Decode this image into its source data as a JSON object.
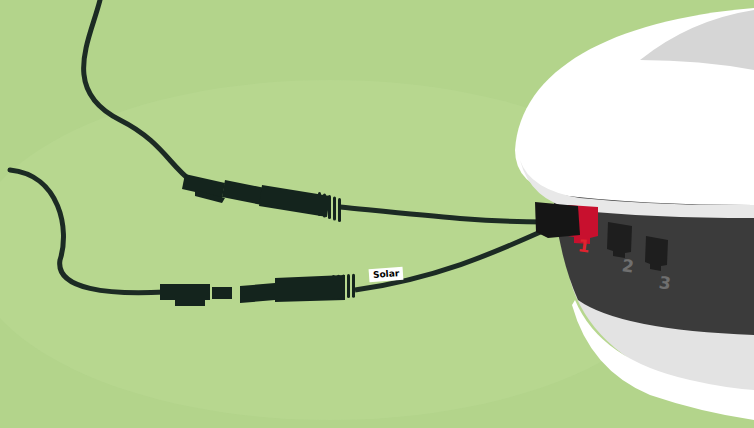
{
  "diagram": {
    "labels": [
      "Solar",
      "1",
      "2",
      "3"
    ]
  }
}
